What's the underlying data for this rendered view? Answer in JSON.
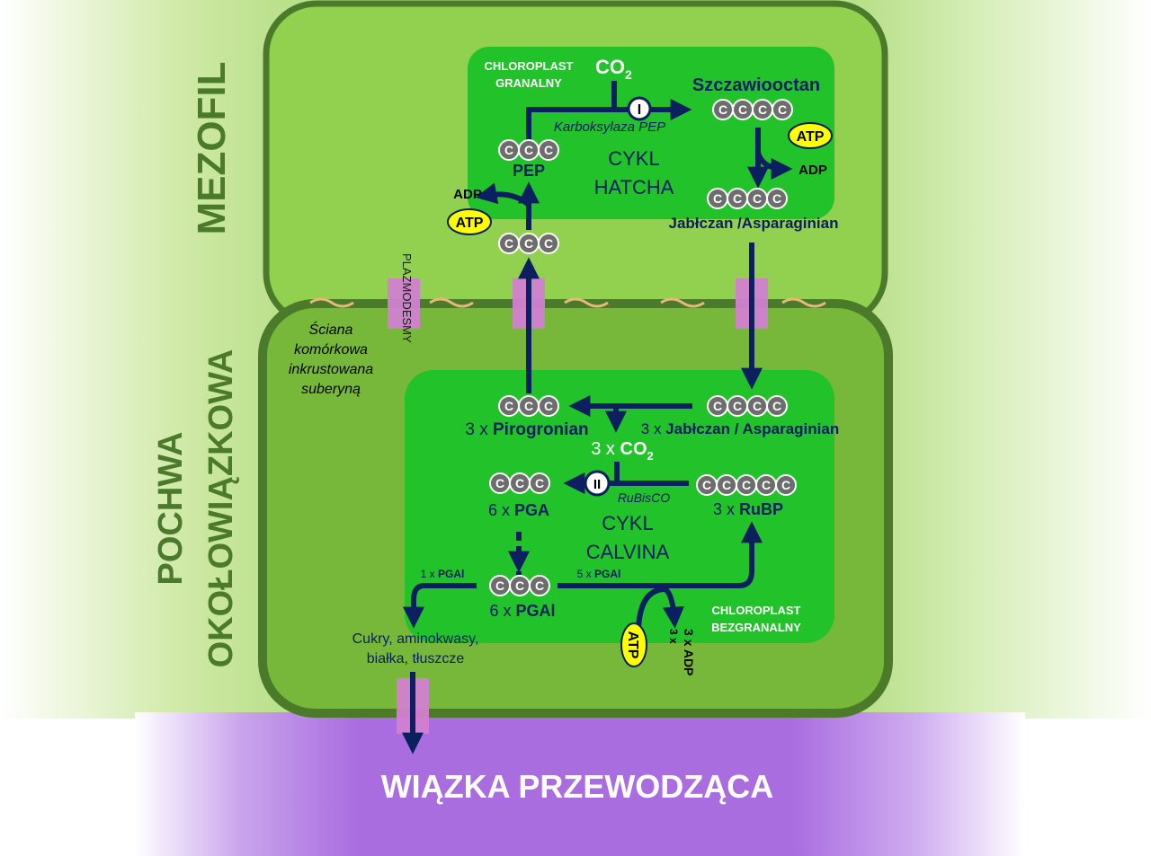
{
  "regions": {
    "mesophyll": "MEZOFIL",
    "sheath_line1": "POCHWA",
    "sheath_line2": "OKOŁOWIĄZKOWA",
    "bundle": "WIĄZKA PRZEWODZĄCA"
  },
  "chloroplasts": {
    "granal_line1": "CHLOROPLAST",
    "granal_line2": "GRANALNY",
    "agranal_line1": "CHLOROPLAST",
    "agranal_line2": "BEZGRANALNY"
  },
  "cycles": {
    "hatch_line1": "CYKL",
    "hatch_line2": "HATCHA",
    "calvin_line1": "CYKL",
    "calvin_line2": "CALVINA"
  },
  "cell_wall": {
    "line1": "Ściana",
    "line2": "komórkowa",
    "line3": "inkrustowana",
    "line4": "suberyną"
  },
  "plasmodesmata": "PLAZMODESMY",
  "molecules": {
    "co2_top": "CO",
    "co2_top_sub": "2",
    "oxaloacetate": "Szczawiooctan",
    "pep": "PEP",
    "malate_aspartate": "Jabłczan /Asparaginian",
    "pyruvate_prefix": "3 x ",
    "pyruvate": "Pirogronian",
    "malate_sheath_prefix": "3 x ",
    "malate_sheath": "Jabłczan / Asparaginian",
    "co2_sheath_prefix": "3 x ",
    "co2_sheath": "CO",
    "co2_sheath_sub": "2",
    "pga_prefix": "6 x ",
    "pga": "PGA",
    "rubp_prefix": "3 x ",
    "rubp": "RuBP",
    "pgal_prefix": "6 x ",
    "pgal": "PGAl",
    "pgal_one_prefix": "1 x ",
    "pgal_one": "PGAl",
    "pgal_five_prefix": "5 x ",
    "pgal_five": "PGAl",
    "products_line1": "Cukry, aminokwasy,",
    "products_line2": "białka, tłuszcze"
  },
  "carbon_letter": "C",
  "enzymes": {
    "pep_carboxylase": "Karboksylaza PEP",
    "rubisco": "RuBisCO",
    "step_one": "I",
    "step_two": "II"
  },
  "energy": {
    "atp": "ATP",
    "adp": "ADP",
    "adp_three_prefix": "3 x",
    "adp_three": "3 x ADP"
  },
  "colors": {
    "mesophyll_fill": "#92d050",
    "cell_border": "#4b7a2b",
    "chloroplast": "#22c22a",
    "arrow": "#0c1f5e",
    "bundle": "#a66ce0",
    "plasmodesma": "#d27fd0",
    "atp_fill": "#ffff00",
    "region_label": "#4b7a2b"
  }
}
